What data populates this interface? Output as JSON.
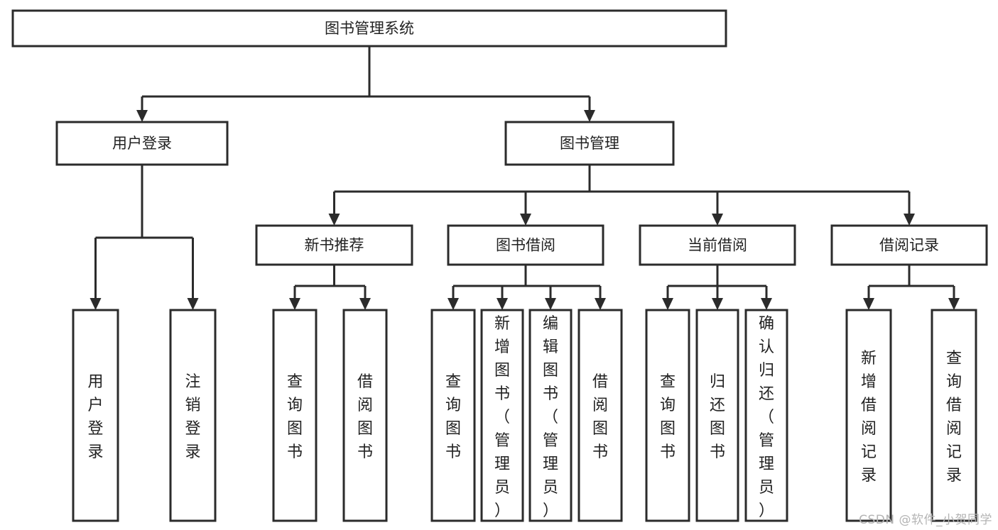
{
  "diagram": {
    "type": "tree-hierarchy",
    "title": "图书管理系统",
    "orientation": "top-down",
    "watermark": "CSDN @软件_小贺同学",
    "colors": {
      "stroke": "#2b2b2b",
      "fill": "#ffffff",
      "text": "#222222",
      "watermark": "#b4b4b4",
      "background": "#ffffff"
    },
    "nodes": {
      "root": {
        "label": "图书管理系统",
        "level": 0,
        "orientation": "horizontal"
      },
      "l1": [
        {
          "id": "user-login",
          "label": "用户登录",
          "level": 1,
          "orientation": "horizontal"
        },
        {
          "id": "book-manage",
          "label": "图书管理",
          "level": 1,
          "orientation": "horizontal"
        }
      ],
      "l2": [
        {
          "id": "new-book-rec",
          "label": "新书推荐",
          "level": 2,
          "orientation": "horizontal",
          "parent": "book-manage"
        },
        {
          "id": "book-borrow",
          "label": "图书借阅",
          "level": 2,
          "orientation": "horizontal",
          "parent": "book-manage"
        },
        {
          "id": "current-borrow",
          "label": "当前借阅",
          "level": 2,
          "orientation": "horizontal",
          "parent": "book-manage"
        },
        {
          "id": "borrow-record",
          "label": "借阅记录",
          "level": 2,
          "orientation": "horizontal",
          "parent": "book-manage"
        }
      ],
      "leaves": [
        {
          "id": "leaf-user-login",
          "label": "用户登录",
          "parent": "user-login",
          "orientation": "vertical"
        },
        {
          "id": "leaf-user-logout",
          "label": "注销登录",
          "parent": "user-login",
          "orientation": "vertical"
        },
        {
          "id": "leaf-query-book-1",
          "label": "查询图书",
          "parent": "new-book-rec",
          "orientation": "vertical"
        },
        {
          "id": "leaf-borrow-book-1",
          "label": "借阅图书",
          "parent": "new-book-rec",
          "orientation": "vertical"
        },
        {
          "id": "leaf-query-book-2",
          "label": "查询图书",
          "parent": "book-borrow",
          "orientation": "vertical"
        },
        {
          "id": "leaf-add-book",
          "label": "新增图书（管理员）",
          "parent": "book-borrow",
          "orientation": "vertical"
        },
        {
          "id": "leaf-edit-book",
          "label": "编辑图书（管理员）",
          "parent": "book-borrow",
          "orientation": "vertical"
        },
        {
          "id": "leaf-borrow-book-2",
          "label": "借阅图书",
          "parent": "book-borrow",
          "orientation": "vertical"
        },
        {
          "id": "leaf-query-book-3",
          "label": "查询图书",
          "parent": "current-borrow",
          "orientation": "vertical"
        },
        {
          "id": "leaf-return-book",
          "label": "归还图书",
          "parent": "current-borrow",
          "orientation": "vertical"
        },
        {
          "id": "leaf-confirm-return",
          "label": "确认归还（管理员）",
          "parent": "current-borrow",
          "orientation": "vertical"
        },
        {
          "id": "leaf-add-record",
          "label": "新增借阅记录",
          "parent": "borrow-record",
          "orientation": "vertical"
        },
        {
          "id": "leaf-query-record",
          "label": "查询借阅记录",
          "parent": "borrow-record",
          "orientation": "vertical"
        }
      ]
    }
  }
}
